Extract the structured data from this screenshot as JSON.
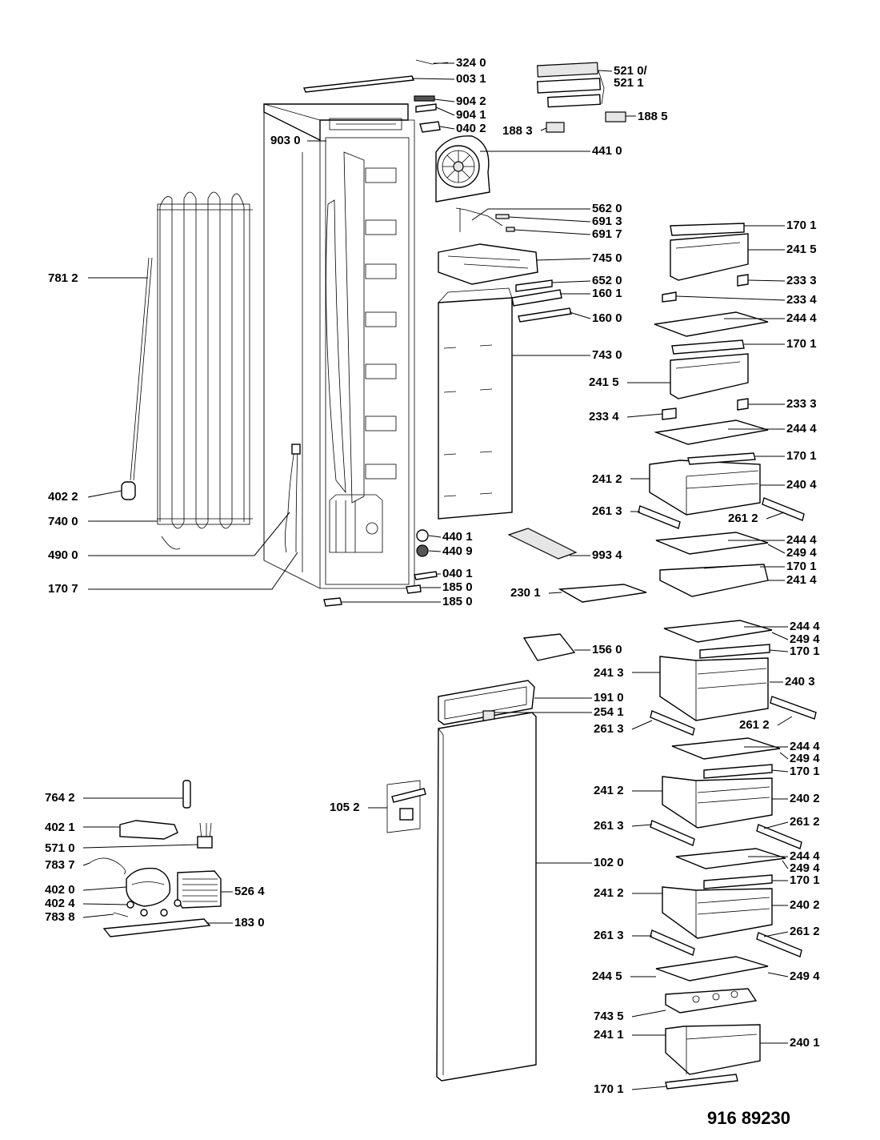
{
  "document_number": "916 89230",
  "part_labels": {
    "p3240": "324 0",
    "p0031": "003 1",
    "p5210": "521 0/",
    "p5211": "521 1",
    "p9042": "904 2",
    "p9041": "904 1",
    "p0402": "040 2",
    "p1883": "188 3",
    "p1885": "188 5",
    "p9030": "903 0",
    "p4410": "441 0",
    "p5620": "562 0",
    "p6913": "691 3",
    "p6917": "691 7",
    "p7450": "745 0",
    "p6520": "652 0",
    "p1601": "160 1",
    "p1600": "160 0",
    "p7430": "743 0",
    "p7812": "781 2",
    "p4022": "402 2",
    "p7400": "740 0",
    "p4900": "490 0",
    "p1707": "170 7",
    "p4401": "440 1",
    "p4409": "440 9",
    "p0401": "040 1",
    "p1850a": "185 0",
    "p1850b": "185 0",
    "p9934": "993 4",
    "p2301": "230 1",
    "p1701a": "170 1",
    "p2415a": "241 5",
    "p2333a": "233 3",
    "p2334a": "233 4",
    "p2444a": "244 4",
    "p1701b": "170 1",
    "p2415b": "241 5",
    "p2333b": "233 3",
    "p2334b": "233 4",
    "p2444b": "244 4",
    "p1701c": "170 1",
    "p2412a": "241 2",
    "p2404": "240 4",
    "p2613a": "261 3",
    "p2612a": "261 2",
    "p2444c": "244 4",
    "p2494a": "249 4",
    "p1701d": "170 1",
    "p2414": "241 4",
    "p2444d": "244 4",
    "p2494b": "249 4",
    "p1560": "156 0",
    "p1701e": "170 1",
    "p2413": "241 3",
    "p2403": "240 3",
    "p1910": "191 0",
    "p2541": "254 1",
    "p2613b": "261 3",
    "p2612b": "261 2",
    "p2444e": "244 4",
    "p2494c": "249 4",
    "p1701f": "170 1",
    "p2412b": "241 2",
    "p2402a": "240 2",
    "p7642": "764 2",
    "p1052": "105 2",
    "p2613c": "261 3",
    "p2612c": "261 2",
    "p4021": "402 1",
    "p5710": "571 0",
    "p7837": "783 7",
    "p1020": "102 0",
    "p4020": "402 0",
    "p5264": "526 4",
    "p4024": "402 4",
    "p7838": "783 8",
    "p1830": "183 0",
    "p2444f": "244 4",
    "p2494d": "249 4",
    "p1701g": "170 1",
    "p2412c": "241 2",
    "p2402b": "240 2",
    "p2613d": "261 3",
    "p2612d": "261 2",
    "p2445": "244 5",
    "p2494e": "249 4",
    "p7435": "743 5",
    "p2411": "241 1",
    "p2401": "240 1",
    "p1701h": "170 1"
  }
}
